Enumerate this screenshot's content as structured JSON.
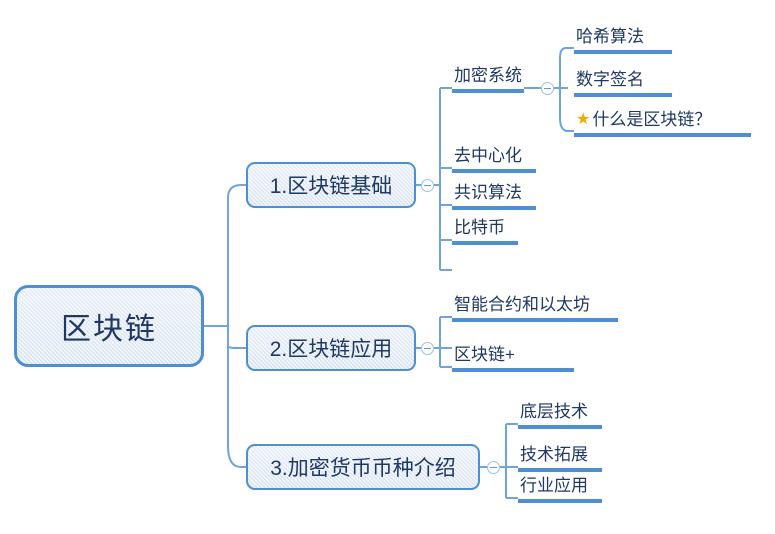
{
  "diagram": {
    "title": "区块链",
    "type": "mindmap",
    "colors": {
      "node_border": "#4E8FD1",
      "node_fill": "#DCE6F4",
      "connector": "#6FA4DC",
      "leaf_underline": "#4E8FD1",
      "text": "#1F3864",
      "star": "#F2A900",
      "background": "#FFFFFF"
    },
    "root": {
      "label": "区块链"
    },
    "branches": [
      {
        "label": "1.区块链基础",
        "toggle_icon": "collapse-minus-icon",
        "children": [
          {
            "label": "加密系统",
            "toggle_icon": "collapse-minus-icon",
            "children": [
              {
                "label": "哈希算法",
                "icon": ""
              },
              {
                "label": "数字签名",
                "icon": ""
              },
              {
                "label": "什么是区块链？",
                "icon": "star-icon",
                "icon_glyph": "★"
              }
            ]
          },
          {
            "label": "去中心化"
          },
          {
            "label": "共识算法"
          },
          {
            "label": "比特币"
          }
        ]
      },
      {
        "label": "2.区块链应用",
        "toggle_icon": "collapse-minus-icon",
        "children": [
          {
            "label": "智能合约和以太坊"
          },
          {
            "label": "区块链+"
          }
        ]
      },
      {
        "label": "3.加密货币币种介绍",
        "toggle_icon": "collapse-minus-icon",
        "children": [
          {
            "label": "底层技术"
          },
          {
            "label": "技术拓展"
          },
          {
            "label": "行业应用"
          }
        ]
      }
    ]
  }
}
